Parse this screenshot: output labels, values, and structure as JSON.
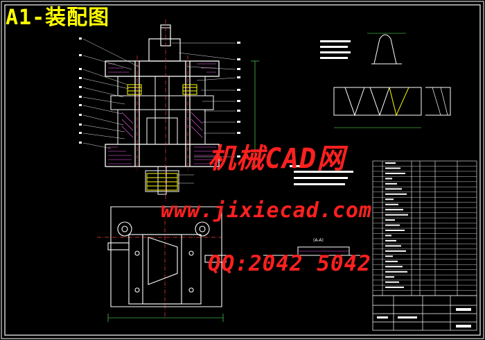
{
  "drawing": {
    "title": "A1-装配图",
    "watermark_site_cn": "机械CAD网",
    "watermark_url": "www.jixiecad.com",
    "watermark_qq": "QQ:2042 5042",
    "section_label": "(A-A)",
    "colors": {
      "background": "#000000",
      "frame": "#ffffff",
      "part_lines": "#ffffff",
      "leader": "#e0e0e0",
      "center_line": "#ff4040",
      "hatch": "#ff60ff",
      "dimension": "#60ff60",
      "spring": "#ffff00",
      "watermark": "#ff2020",
      "title": "#ffff00"
    }
  }
}
